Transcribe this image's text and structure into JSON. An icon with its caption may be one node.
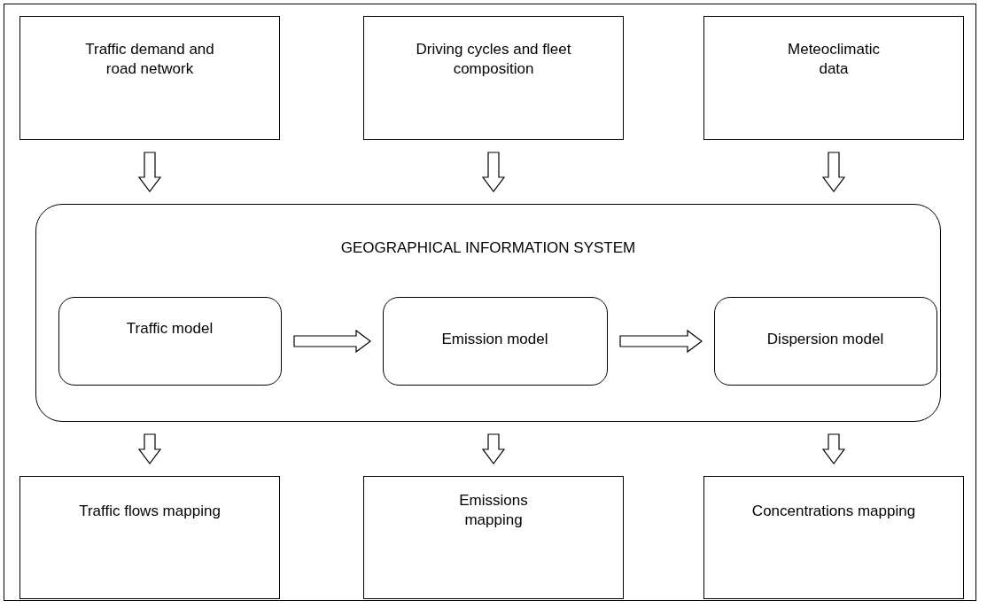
{
  "diagram": {
    "nodes": [
      {
        "text": [
          "Traffic demand and road network"
        ]
      },
      {
        "text": [
          "Driving cycles and fleet composition"
        ]
      },
      {
        "text": [
          "Meteoclimatic data"
        ]
      },
      {
        "text": [
          "GEOGRAPHICAL INFORMATION SYSTEM"
        ]
      },
      {
        "text": [
          "Traffic model"
        ],
        "in": 3
      },
      {
        "text": [
          "Emission model"
        ],
        "in": 3
      },
      {
        "text": [
          "Dispersion model"
        ],
        "in": 3
      },
      {
        "text": [
          "Traffic flows mapping"
        ]
      },
      {
        "text": [
          "Emissions mapping"
        ]
      },
      {
        "text": [
          "Concentrations  mapping"
        ]
      }
    ],
    "edges": [
      {
        "from": 0,
        "to": 3,
        "arrow": "to"
      },
      {
        "from": 1,
        "to": 3,
        "arrow": "to"
      },
      {
        "from": 2,
        "to": 3,
        "arrow": "to"
      },
      {
        "from": 4,
        "to": 5,
        "arrow": "to"
      },
      {
        "from": 5,
        "to": 6,
        "arrow": "to"
      },
      {
        "from": 3,
        "to": 7,
        "arrow": "to"
      },
      {
        "from": 3,
        "to": 8,
        "arrow": "to"
      },
      {
        "from": 3,
        "to": 9,
        "arrow": "to"
      }
    ]
  }
}
